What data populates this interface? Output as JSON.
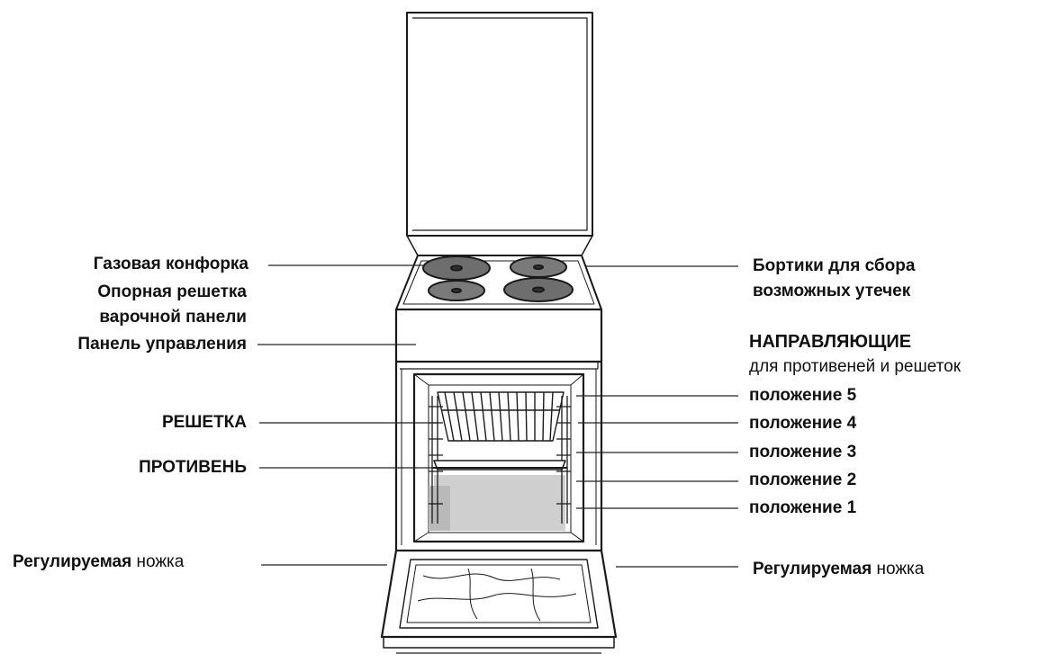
{
  "labels": {
    "gas_burner": "Газовая конфорка",
    "grate_line1": "Опорная решетка",
    "grate_line2": "варочной панели",
    "control_panel": "Панель управления",
    "rack": "РЕШЕТКА",
    "tray": "ПРОТИВЕНЬ",
    "foot_left_bold": "Регулируемая",
    "foot_left_normal": "ножка",
    "spill_line1": "Бортики для сбора",
    "spill_line2": "возможных утечек",
    "guides_title": "НАПРАВЛЯЮЩИЕ",
    "guides_sub": "для противеней и решеток",
    "pos5": "положение 5",
    "pos4": "положение 4",
    "pos3": "положение 3",
    "pos2": "положение 2",
    "pos1": "положение 1",
    "foot_right_bold": "Регулируемая",
    "foot_right_normal": "ножка"
  }
}
